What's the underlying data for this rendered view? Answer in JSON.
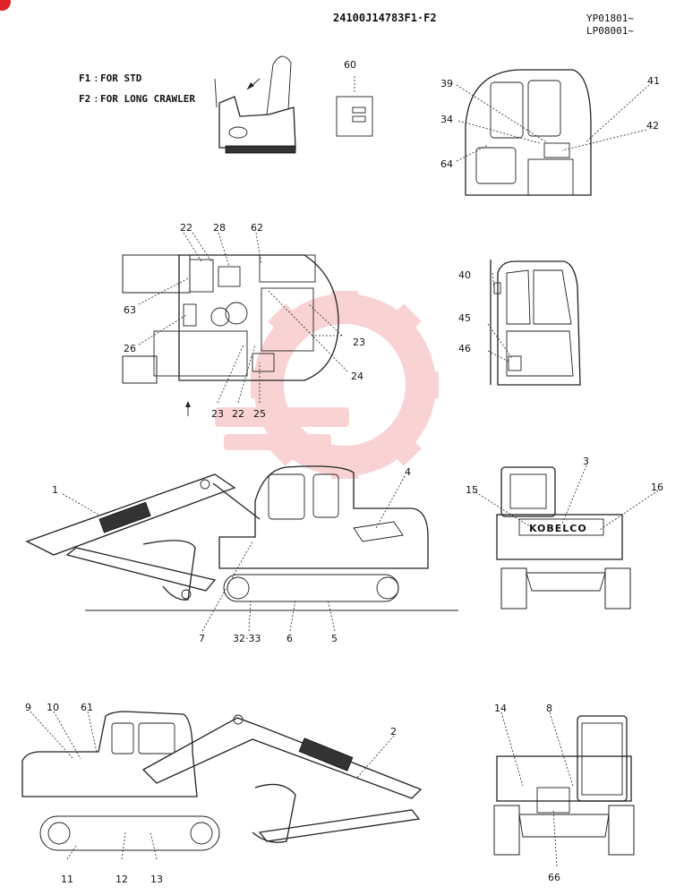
{
  "header": {
    "part_number": "24100J14783F1·F2",
    "serial_ranges": [
      "YP01801~",
      "LP08001~"
    ]
  },
  "notes": [
    {
      "code": "F1",
      "text": "FOR STD"
    },
    {
      "code": "F2",
      "text": "FOR LONG CRAWLER"
    }
  ],
  "brand_label": "KOBELCO",
  "callouts": {
    "c1": "1",
    "c2": "2",
    "c3": "3",
    "c4": "4",
    "c5": "5",
    "c6": "6",
    "c7": "7",
    "c8": "8",
    "c9": "9",
    "c10": "10",
    "c11": "11",
    "c12": "12",
    "c13": "13",
    "c14": "14",
    "c15": "15",
    "c16": "16",
    "c22a": "22",
    "c22b": "22",
    "c23a": "23",
    "c23b": "23",
    "c24": "24",
    "c25": "25",
    "c26": "26",
    "c28": "28",
    "c32_33": "32·33",
    "c34": "34",
    "c39": "39",
    "c40": "40",
    "c41": "41",
    "c42": "42",
    "c45": "45",
    "c46": "46",
    "c60": "60",
    "c61": "61",
    "c62": "62",
    "c63": "63",
    "c64": "64",
    "c66": "66"
  },
  "colors": {
    "line": "#222222",
    "watermark": "#f2a0a0",
    "badge": "#e0242a"
  }
}
